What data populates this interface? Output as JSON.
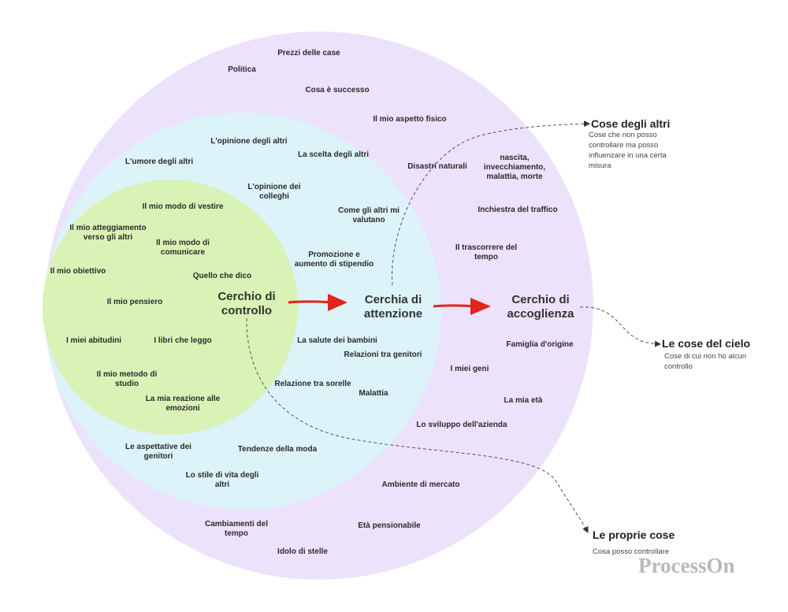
{
  "colors": {
    "outer_circle": "#ece2fb",
    "middle_circle": "#dcf3fa",
    "inner_circle": "#d9f2b6",
    "arrow_red": "#e2241b",
    "item_text": "#2b2b2b",
    "watermark": "#b9b9b9"
  },
  "rings": {
    "inner_title": [
      "Cerchio di",
      "controllo"
    ],
    "middle_title": [
      "Cerchia di",
      "attenzione"
    ],
    "outer_title": [
      "Cerchio di",
      "accoglienza"
    ]
  },
  "inner_items": [
    [
      "Il mio modo di vestire"
    ],
    [
      "Il mio atteggiamento",
      "verso gli altri"
    ],
    [
      "Il mio modo di",
      "comunicare"
    ],
    [
      "Il mio obiettivo"
    ],
    [
      "Quello che dico"
    ],
    [
      "Il mio pensiero"
    ],
    [
      "I miei abitudini"
    ],
    [
      "I libri che leggo"
    ],
    [
      "Il mio metodo di",
      "studio"
    ],
    [
      "La mia reazione alle",
      "emozioni"
    ]
  ],
  "middle_items": [
    [
      "L'opinione degli altri"
    ],
    [
      "L'umore degli altri"
    ],
    [
      "La scelta degli altri"
    ],
    [
      "L'opinione dei",
      "colleghi"
    ],
    [
      "Come gli altri mi",
      "valutano"
    ],
    [
      "Promozione e",
      "aumento di stipendio"
    ],
    [
      "La salute dei bambini"
    ],
    [
      "Relazioni tra genitori"
    ],
    [
      "Relazione tra sorelle"
    ],
    [
      "Malattia"
    ],
    [
      "Le aspettative dei",
      "genitori"
    ],
    [
      "Tendenze della moda"
    ],
    [
      "Lo stile di vita degli",
      "altri"
    ]
  ],
  "outer_items": [
    [
      "Prezzi delle case"
    ],
    [
      "Politica"
    ],
    [
      "Cosa è successo"
    ],
    [
      "Il mio aspetto fisico"
    ],
    [
      "Disastri naturali"
    ],
    [
      "nascita,",
      "invecchiamento,",
      "malattia, morte"
    ],
    [
      "Inchiestra del traffico"
    ],
    [
      "Il trascorrere del",
      "tempo"
    ],
    [
      "Famiglia d'origine"
    ],
    [
      "I miei geni"
    ],
    [
      "La mia età"
    ],
    [
      "Lo sviluppo dell'azienda"
    ],
    [
      "Ambiente di mercato"
    ],
    [
      "Età pensionabile"
    ],
    [
      "Cambiamenti del",
      "tempo"
    ],
    [
      "Idolo di stelle"
    ]
  ],
  "notes": {
    "others_title": "Cose degli altri",
    "others_sub": [
      "Cose che non posso",
      "controllare ma posso",
      "influenzare in una certa",
      "misura"
    ],
    "heaven_title": "Le cose del cielo",
    "heaven_sub": [
      "Cose di cui non ho alcun",
      "controllo"
    ],
    "own_title": "Le proprie cose",
    "own_sub": [
      "Cosa posso controllare"
    ]
  },
  "watermark": "ProcessOn"
}
